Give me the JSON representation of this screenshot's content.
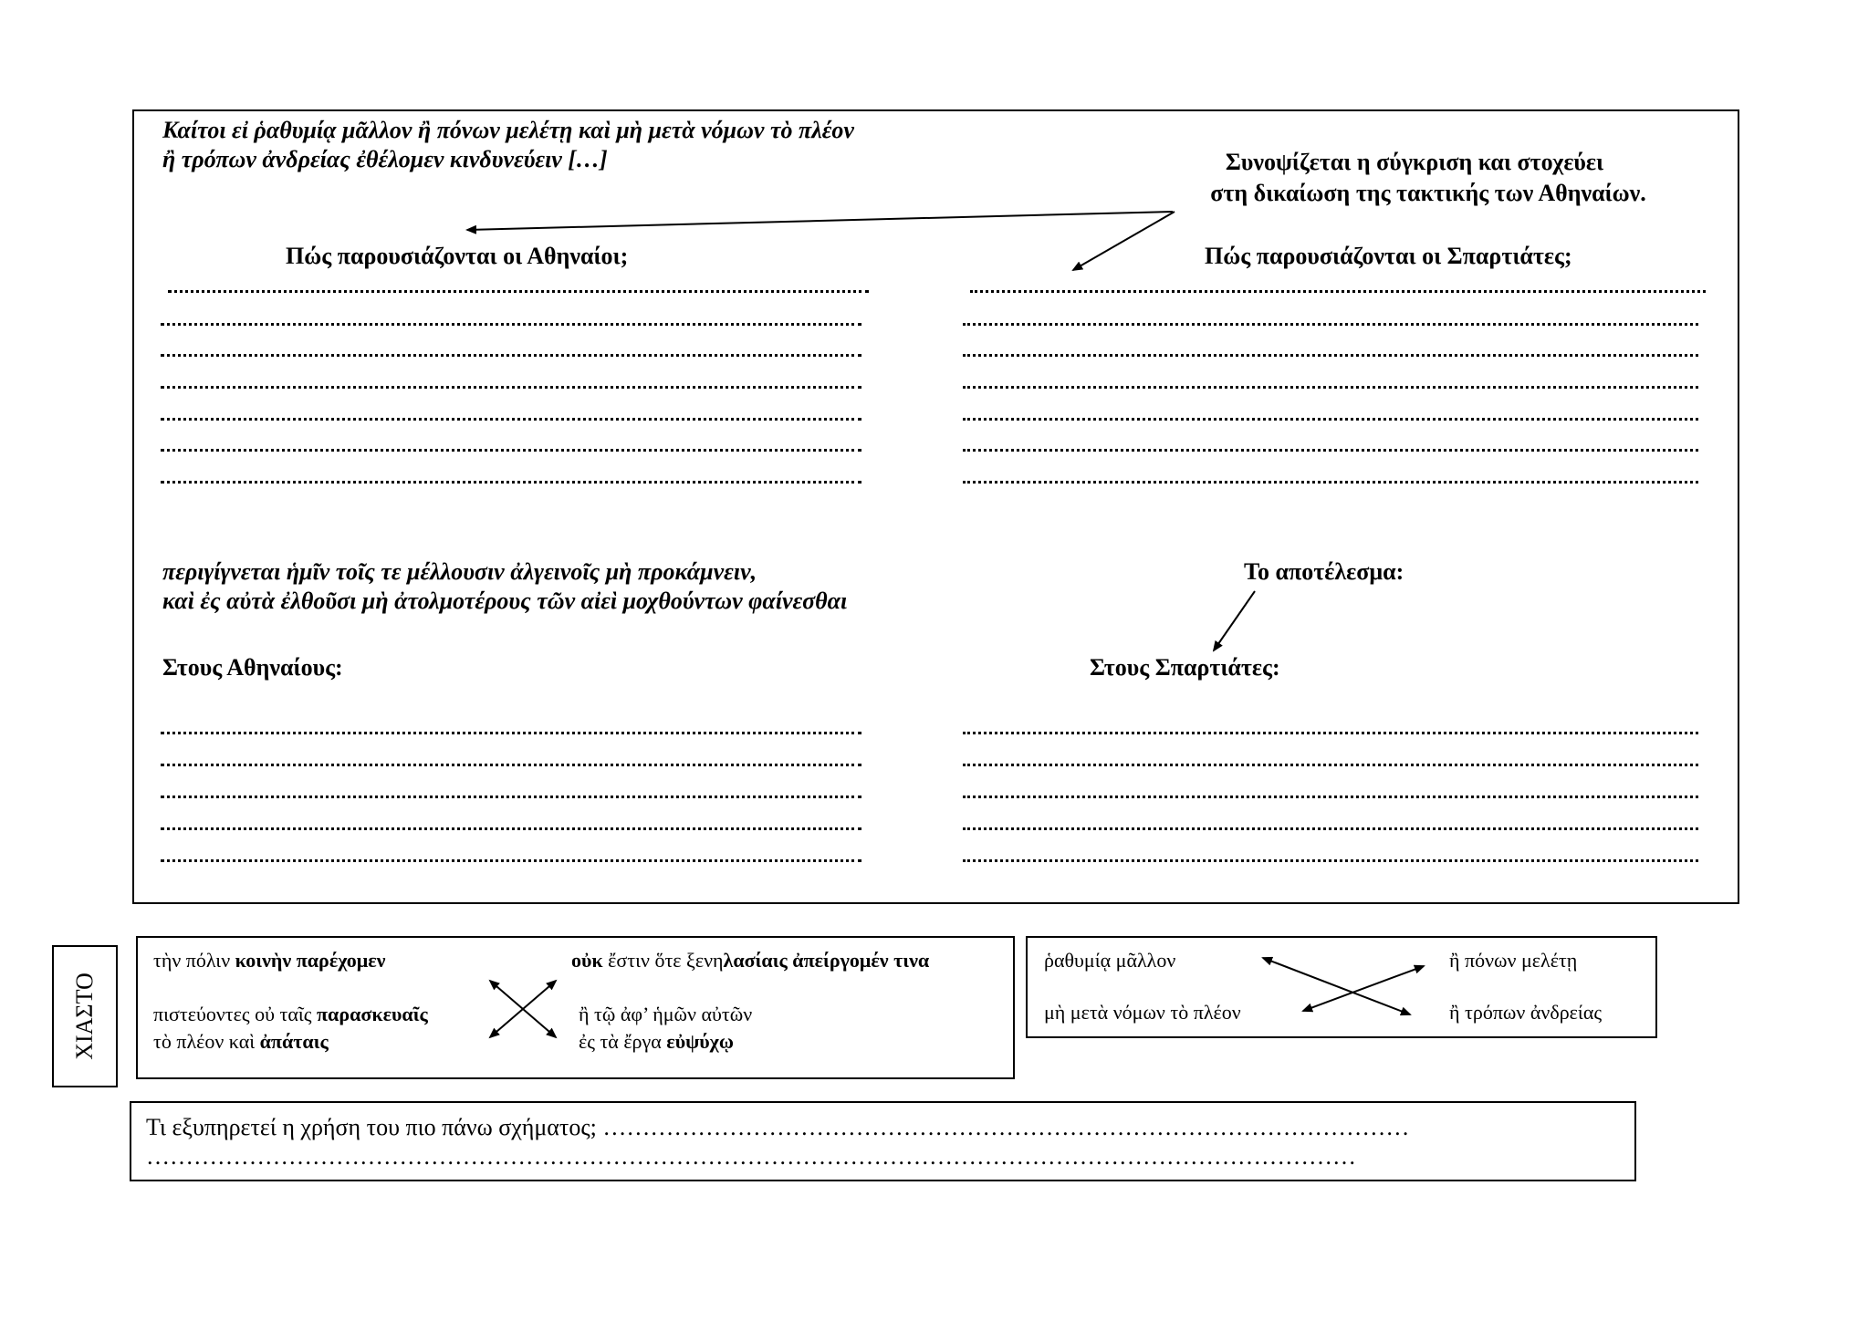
{
  "quote_top": {
    "line1": "Καίτοι εἰ ῥαθυμίᾳ μᾶλλον ἢ πόνων μελέτῃ καὶ μὴ μετὰ νόμων τὸ πλέον",
    "line2": "ἢ τρόπων ἀνδρείας ἐθέλομεν κινδυνεύειν  […]"
  },
  "summary": {
    "line1": "Συνοψίζεται η σύγκριση και στοχεύει",
    "line2": "στη  δικαίωση της τακτικής των Αθηναίων."
  },
  "q_athenians": "Πώς παρουσιάζονται οι Αθηναίοι;",
  "q_spartans": "Πώς παρουσιάζονται οι Σπαρτιάτες;",
  "quote_bottom": {
    "line1": "περιγίγνεται ἡμῖν τοῖς τε μέλλουσιν ἀλγεινοῖς μὴ προκάμνειν,",
    "line2": "καὶ ἐς αὐτὰ ἐλθοῦσι μὴ ἀτολμοτέρους τῶν αἰεὶ μοχθούντων φαίνεσθαι"
  },
  "result_label": "Το αποτέλεσμα:",
  "to_athenians": "Στους Αθηναίους:",
  "to_spartans": "Στους Σπαρτιάτες:",
  "side_label": "ΧΙΑΣΤΟ",
  "chiasm1": {
    "tl_plain": "τὴν  πόλιν ",
    "tl_bold": "κοινὴν παρέχομεν",
    "tr_bold1": "οὐκ",
    "tr_plain": " ἔστιν ὅτε ξενη",
    "tr_bold2": "λασίαις ἀπείργομέν τινα",
    "bl1_plain": "πιστεύοντες οὐ ταῖς ",
    "bl1_bold": "παρασκευαῖς",
    "bl2_plain": "τὸ πλέον καὶ ",
    "bl2_bold": "ἀπάταις",
    "br1": "ἢ τῷ ἀφ’ ἡμῶν αὐτῶν",
    "br2_plain": "ἐς τὰ ἔργα ",
    "br2_bold": "εὐψύχῳ"
  },
  "chiasm2": {
    "tl": "ῥαθυμίᾳ μᾶλλον",
    "tr": "ἢ πόνων μελέτῃ",
    "bl": "μὴ μετὰ νόμων τὸ πλέον",
    "br": "ἢ τρόπων ἀνδρείας"
  },
  "question_bottom": {
    "line1": "Τι εξυπηρετεί η χρήση του πιο πάνω σχήματος; …………………………………………………………………………………………",
    "line2": "………………………………………………………………………………………………………………………………………"
  }
}
